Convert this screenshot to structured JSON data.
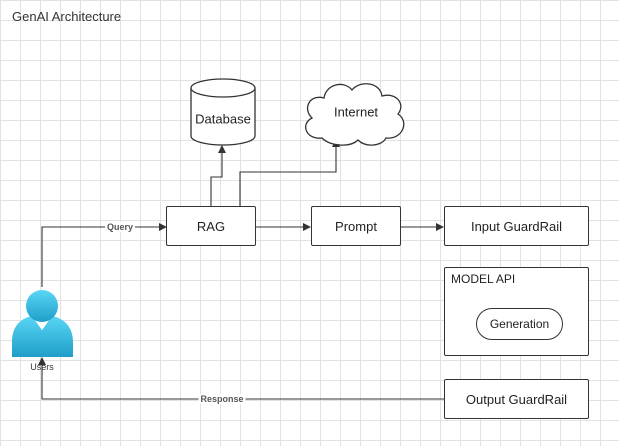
{
  "title": "GenAI Architecture",
  "nodes": {
    "database": "Database",
    "internet": "Internet",
    "rag": "RAG",
    "prompt": "Prompt",
    "input_guardrail": "Input GuardRail",
    "model_api": "MODEL API",
    "generation": "Generation",
    "output_guardrail": "Output GuardRail",
    "users": "Users"
  },
  "edges": {
    "query": "Query",
    "response": "Response"
  },
  "colors": {
    "user_fill_top": "#5ad6f5",
    "user_fill_bottom": "#1e9ec9",
    "stroke": "#333333"
  }
}
